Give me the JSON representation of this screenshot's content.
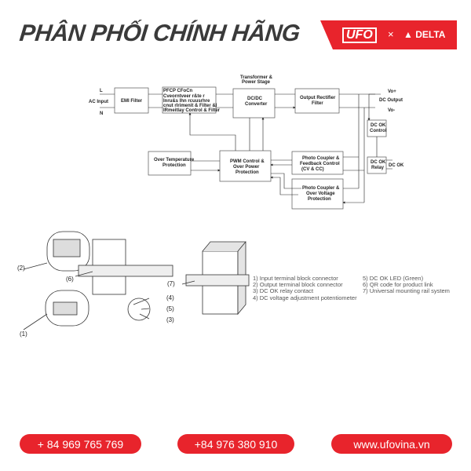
{
  "header": {
    "title": "PHÂN PHỐI CHÍNH HÃNG",
    "brand_ufo": "UFO",
    "brand_x": "×",
    "brand_delta": "DELTA"
  },
  "diagram": {
    "L": "L",
    "ac_input": "AC Input",
    "N": "N",
    "emi": "EMI Filter",
    "pfc": [
      "PFCP CFoCn",
      "Cveorntveer r&te r",
      "Inru&s Ihn rcuusrhre",
      "cnut rlrimenit & Filter &I",
      "IRmeitlay Control & Filter"
    ],
    "transformer": [
      "Transformer &",
      "Power Stage"
    ],
    "dcdc": [
      "DC/DC",
      "Converter"
    ],
    "rectifier": [
      "Output Rectifier",
      "Filter"
    ],
    "vo_plus": "Vo+",
    "dc_output": "DC Output",
    "vo_minus": "Vo-",
    "dcok_control": [
      "DC OK",
      "Control"
    ],
    "dcok_relay": [
      "DC OK",
      "Relay"
    ],
    "dc_ok": "DC OK",
    "over_temp": [
      "Over Temperature",
      "Protection"
    ],
    "pwm": [
      "PWM Control &",
      "Over Power",
      "Protection"
    ],
    "feedback": [
      "Photo Coupler &",
      "Feedback Control",
      "(CV & CC)"
    ],
    "ovp": [
      "Photo Coupler &",
      "Over Voltage",
      "Protection"
    ]
  },
  "callouts": [
    "(2)",
    "(6)",
    "(1)",
    "(4)",
    "(5)",
    "(3)",
    "(7)"
  ],
  "legend": {
    "left": [
      "1)   Input terminal block connector",
      "2)   Output terminal block connector",
      "3)   DC OK relay contact",
      "4)   DC voltage adjustment potentiometer"
    ],
    "right": [
      "5)   DC OK LED (Green)",
      "6)   QR code for product link",
      "7)   Universal mounting rail system"
    ]
  },
  "footer": {
    "phone1": "+ 84 969 765 769",
    "phone2": "+84 976 380 910",
    "website": "www.ufovina.vn"
  },
  "colors": {
    "brand_red": "#e8242c",
    "title_gray": "#3a3a3a"
  }
}
